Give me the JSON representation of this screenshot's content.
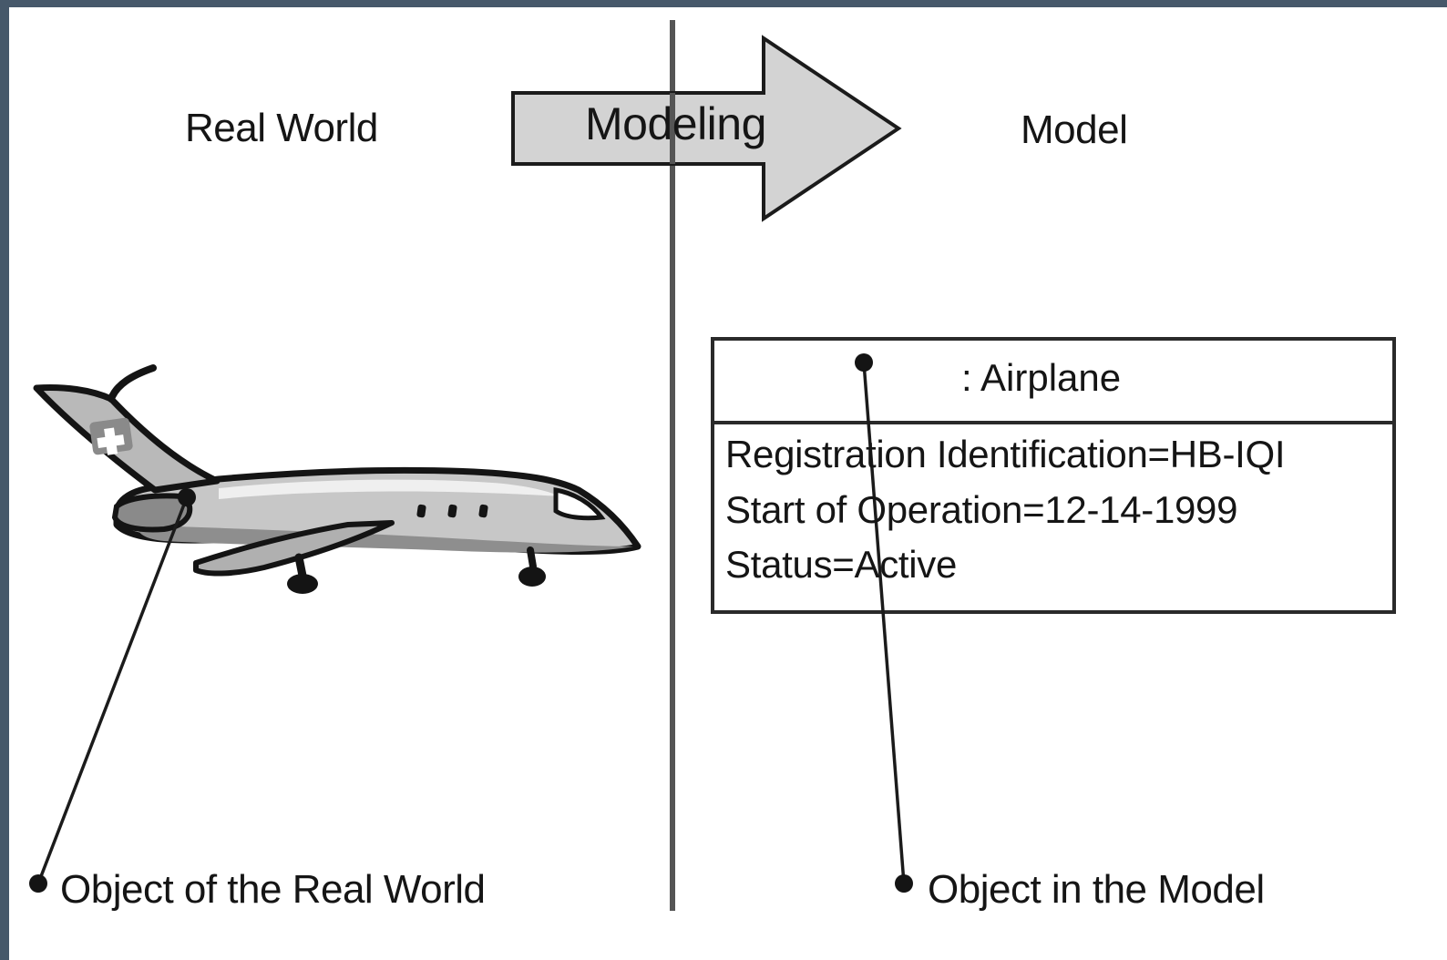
{
  "headings": {
    "left": "Real World",
    "right": "Model"
  },
  "arrow": {
    "label": "Modeling",
    "fill_color": "#d3d3d3"
  },
  "object_box": {
    "title": ": Airplane",
    "attributes": [
      "Registration Identification=HB-IQI",
      "Start of Operation=12-14-1999",
      "Status=Active"
    ]
  },
  "captions": {
    "real_object": "Object of the Real World",
    "model_object": "Object in the Model"
  },
  "airplane": {
    "icon": "airplane-icon",
    "tail_emblem": "swiss-cross",
    "body_color": "#c4c4c4",
    "emblem_color": "#8a8a8a"
  },
  "colors": {
    "frame": "#46586a",
    "ink": "#151515",
    "divider": "#555555"
  }
}
